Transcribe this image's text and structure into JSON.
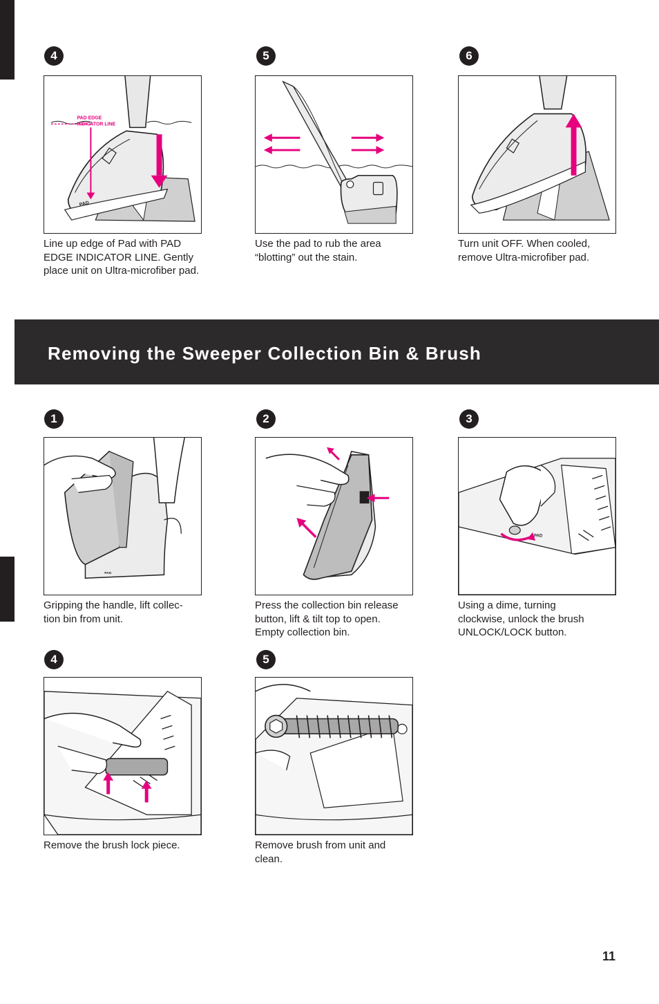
{
  "top_steps": [
    {
      "number": "4",
      "caption": "Line up edge of Pad with PAD\nEDGE INDICATOR LINE.  Gently\nplace unit on Ultra-microfiber pad.",
      "figure_label_1": "PAD EDGE",
      "figure_label_2": "INDICATOR LINE",
      "figure_label_3": "PAD"
    },
    {
      "number": "5",
      "caption": "Use the pad to rub the area\n“blotting” out the stain."
    },
    {
      "number": "6",
      "caption": "Turn unit OFF.  When cooled,\nremove Ultra-microfiber pad."
    }
  ],
  "section": {
    "title": "Removing the Sweeper Collection Bin & Brush"
  },
  "bin_steps": [
    {
      "number": "1",
      "caption": "Gripping the handle, lift collec-\ntion bin from unit.",
      "figure_label": "PAD"
    },
    {
      "number": "2",
      "caption": "Press the collection bin release\nbutton, lift & tilt top to open.\nEmpty collection bin."
    },
    {
      "number": "3",
      "caption": "Using a dime, turning\nclockwise, unlock the brush\nUNLOCK/LOCK button.",
      "figure_label": "PAD"
    },
    {
      "number": "4",
      "caption": "Remove the brush lock piece."
    },
    {
      "number": "5",
      "caption": "Remove brush from unit and\nclean."
    }
  ],
  "page_number": "11",
  "colors": {
    "accent": "#e6007e",
    "ink": "#231f20",
    "header_bg": "#2d2a2b"
  }
}
